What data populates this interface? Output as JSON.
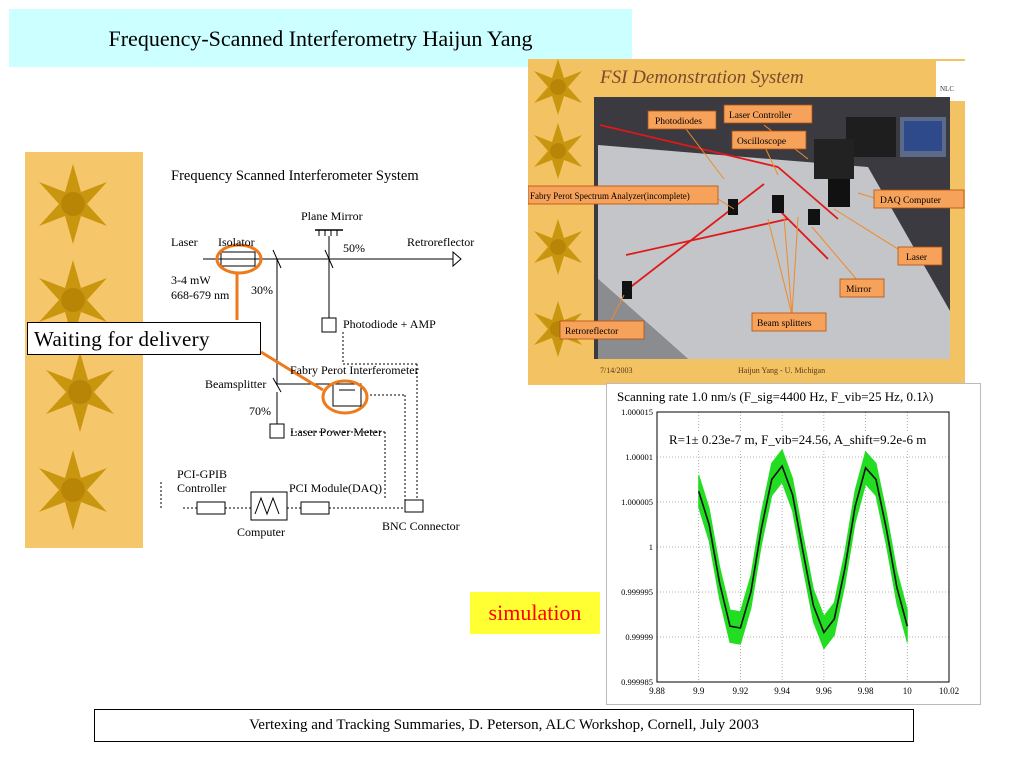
{
  "slide": {
    "title": "Frequency-Scanned Interferometry Haijun Yang",
    "footer": "Vertexing and Tracking Summaries, D. Peterson,  ALC Workshop, Cornell, July 2003",
    "waiting_label": "Waiting for delivery",
    "simulation_label": "simulation"
  },
  "diagram": {
    "title": "Frequency Scanned Interferometer System",
    "labels": {
      "laser": "Laser",
      "isolator": "Isolator",
      "plane_mirror": "Plane Mirror",
      "retroreflector": "Retroreflector",
      "power": "3-4 mW",
      "wavelength": "668-679 nm",
      "split_50": "50%",
      "split_30": "30%",
      "photodiode_amp": "Photodiode + AMP",
      "fabry_perot": "Fabry Perot Interferometer",
      "beamsplitter": "Beamsplitter",
      "split_70": "70%",
      "laser_power_meter": "Laser Power Meter",
      "pci_gpib_line1": "PCI-GPIB",
      "pci_gpib_line2": "Controller",
      "pci_module": "PCI Module(DAQ)",
      "computer": "Computer",
      "bnc": "BNC Connector"
    }
  },
  "photo": {
    "title": "FSI Demonstration System",
    "logo": "NLC",
    "labels": {
      "photodiodes": "Photodiodes",
      "laser_controller": "Laser Controller",
      "oscilloscope": "Oscilloscope",
      "fabry_perot": "Fabry Perot Spectrum Analyzer(incomplete)",
      "daq_computer": "DAQ  Computer",
      "laser": "Laser",
      "mirror": "Mirror",
      "beam_splitters": "Beam splitters",
      "retroreflector": "Retroreflector"
    },
    "date": "7/14/2003",
    "credit": "Haijun Yang -  U.  Michigan"
  },
  "chart_data": {
    "type": "line",
    "title": "Scanning rate 1.0 nm/s (F_sig=4400 Hz, F_vib=25 Hz, 0.1λ)",
    "annotation": "R=1± 0.23e-7 m, F_vib=24.56, A_shift=9.2e-6 m",
    "xlim": [
      9.88,
      10.02
    ],
    "ylim": [
      0.999985,
      1.000015
    ],
    "x_ticks": [
      "9.88",
      "9.9",
      "9.92",
      "9.94",
      "9.96",
      "9.98",
      "10",
      "10.02"
    ],
    "y_ticks": [
      "1.000015",
      "1.00001",
      "1.000005",
      "1",
      "0.999995",
      "0.99999",
      "0.999985"
    ],
    "grid": true,
    "fit_curve": {
      "x": [
        9.9,
        9.905,
        9.91,
        9.915,
        9.92,
        9.925,
        9.93,
        9.935,
        9.94,
        9.945,
        9.95,
        9.955,
        9.96,
        9.965,
        9.97,
        9.975,
        9.98,
        9.985,
        9.99,
        9.995,
        10.0
      ],
      "y": [
        1.0000062,
        1.0000025,
        0.999996,
        0.9999912,
        0.999991,
        0.999995,
        1.000002,
        1.0000075,
        1.000009,
        1.0000058,
        0.9999995,
        0.9999935,
        0.9999905,
        0.999992,
        0.9999975,
        1.0000045,
        1.0000088,
        1.0000075,
        1.000002,
        0.9999955,
        0.9999912
      ]
    },
    "band_halfwidth": 1.8e-06,
    "colors": {
      "band": "#22dd22",
      "fit": "#111111",
      "grid": "#9a9a9a"
    }
  }
}
